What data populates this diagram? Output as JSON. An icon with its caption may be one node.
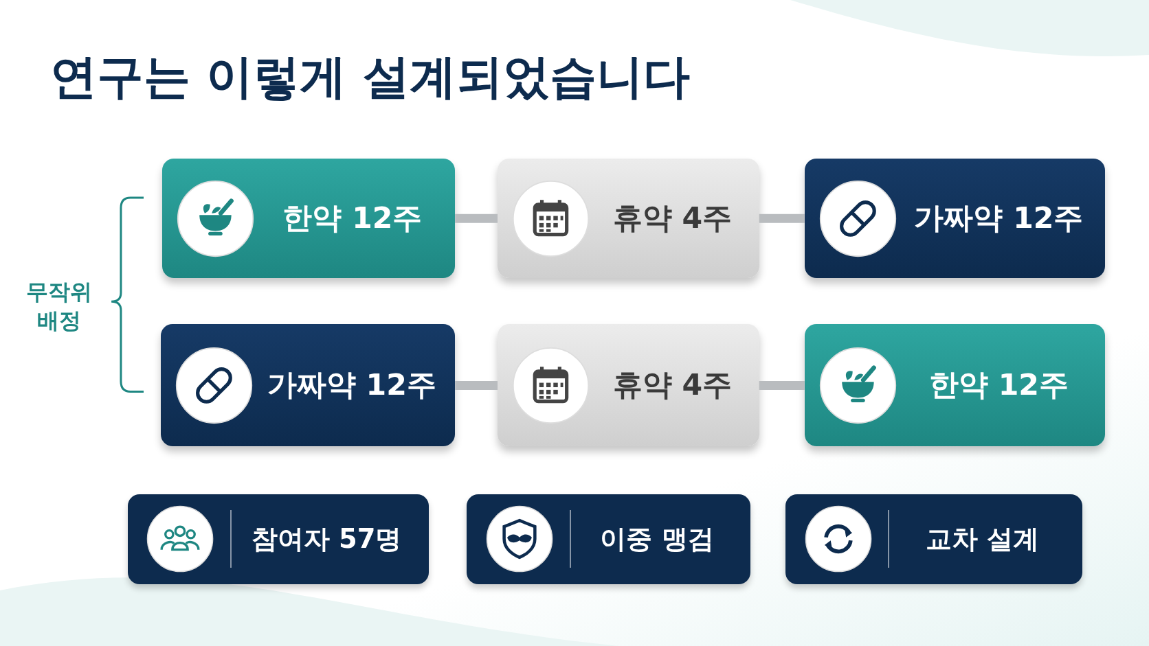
{
  "diagram": {
    "title": "연구는 이렇게 설계되었습니다",
    "nodes": [
      {
        "text": [
          "한약 12주"
        ]
      },
      {
        "text": [
          "휴약 4주"
        ]
      },
      {
        "text": [
          "가짜약 12주"
        ]
      },
      {
        "text": [
          "가짜약 12주"
        ]
      },
      {
        "text": [
          "휴약 4주"
        ]
      },
      {
        "text": [
          "한약 12주"
        ]
      },
      {
        "text": [
          "참여자 57명"
        ]
      },
      {
        "text": [
          "이중 맹검"
        ]
      },
      {
        "text": [
          "교차 설계"
        ]
      }
    ],
    "edges": [
      {
        "from": 0,
        "to": 1,
        "arrow": "none"
      },
      {
        "from": 1,
        "to": 2,
        "arrow": "none"
      },
      {
        "from": 3,
        "to": 4,
        "arrow": "none"
      },
      {
        "from": 4,
        "to": 5,
        "arrow": "none"
      }
    ],
    "labels": [
      "무작위 배정"
    ]
  }
}
